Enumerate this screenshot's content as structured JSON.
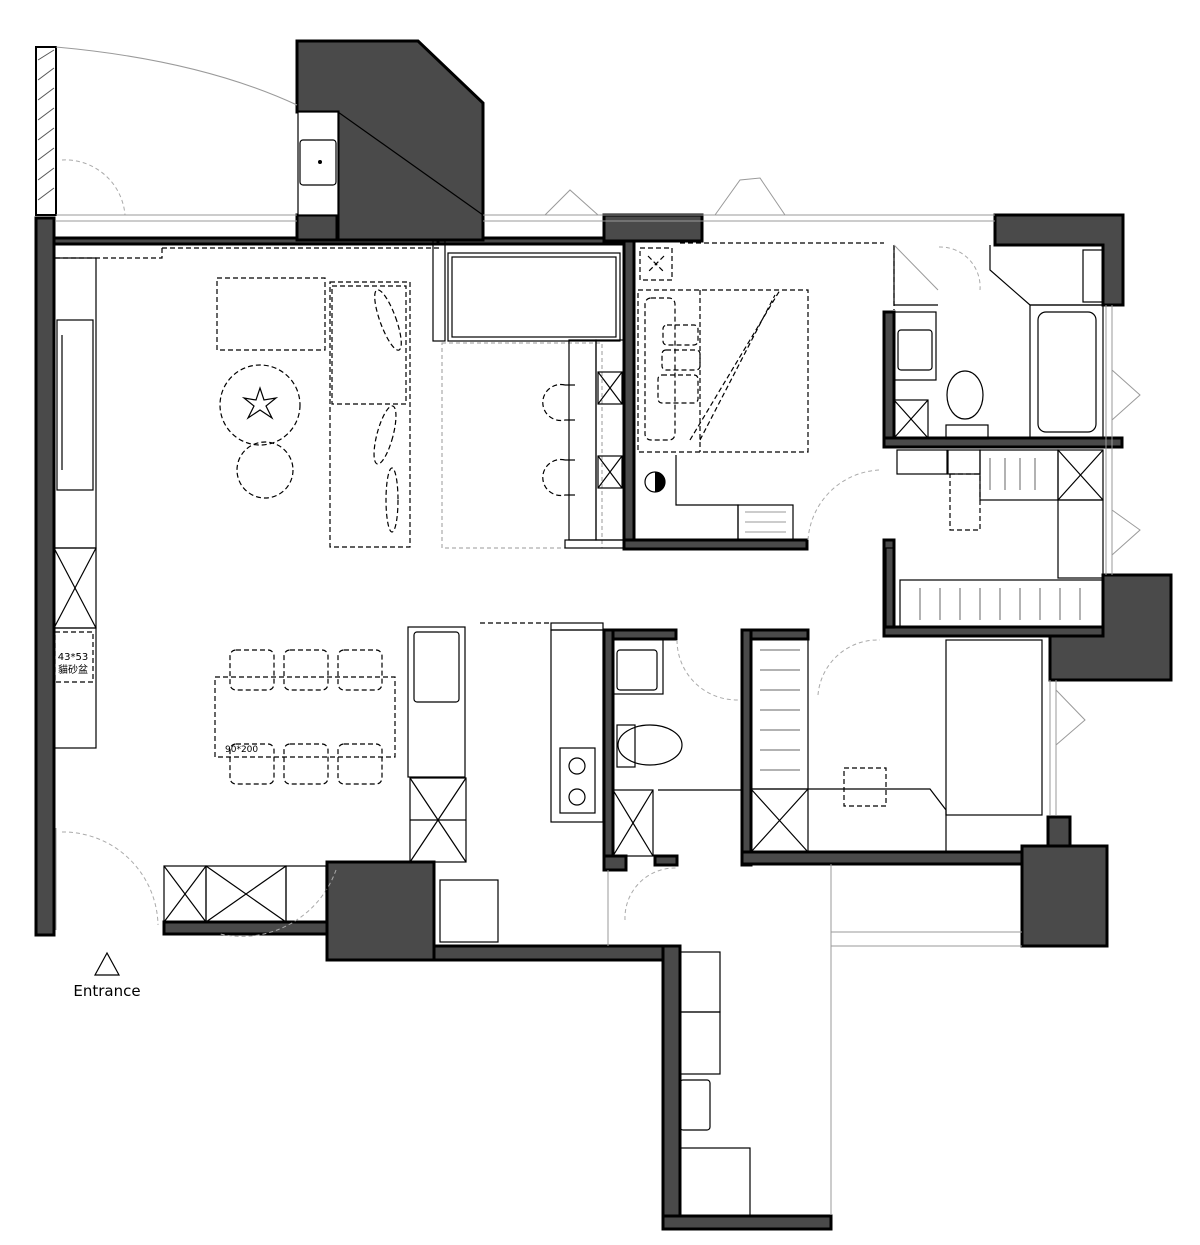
{
  "labels": {
    "litter_box_size": "43*53",
    "litter_box_name": "貓砂盆",
    "table_size": "90*200",
    "entrance": "Entrance"
  }
}
